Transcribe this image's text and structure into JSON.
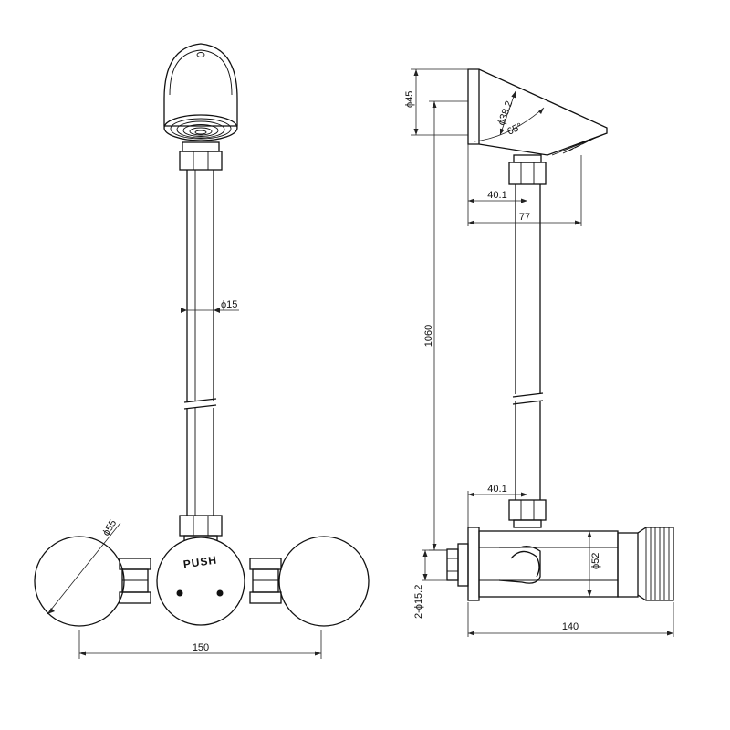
{
  "front_view": {
    "button_label": "PUSH",
    "dim_pipe_dia": "ϕ15",
    "dim_handle_dia": "ϕ55",
    "dim_width": "150"
  },
  "side_view": {
    "dim_head_dia": "ϕ45",
    "dim_head_inner": "ϕ38.2",
    "dim_angle": "65°",
    "dim_offset_top": "40.1",
    "dim_reach": "77",
    "dim_height": "1060",
    "dim_offset_bottom": "40.1",
    "dim_body_dia": "ϕ52",
    "dim_inlet": "2-ϕ15.2",
    "dim_depth": "140"
  }
}
